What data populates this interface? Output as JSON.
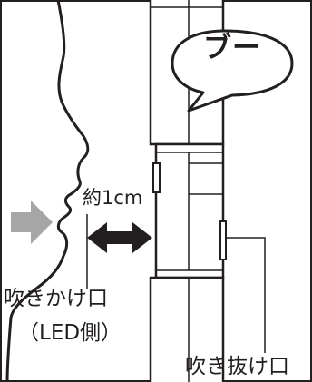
{
  "bubble": {
    "text": "ブー"
  },
  "distance": {
    "text": "約1cm"
  },
  "inlet": {
    "label": "吹きかけ口",
    "sublabel": "（LED側）"
  },
  "outlet": {
    "label": "吹き抜け口"
  },
  "colors": {
    "line": "#231f20",
    "arrow_gray": "#a6a6a6",
    "background": "#ffffff"
  }
}
